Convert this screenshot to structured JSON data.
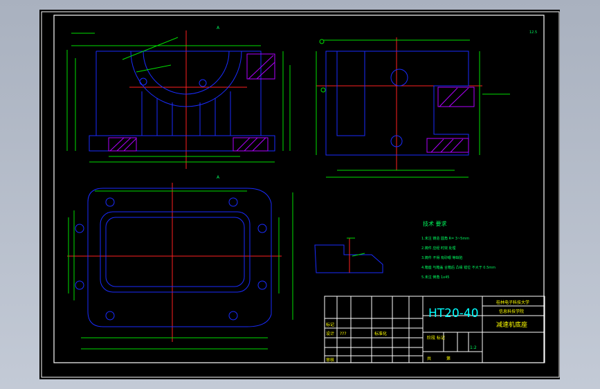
{
  "viewport": {
    "background": "#000000"
  },
  "colors": {
    "frame": "#ffffff",
    "outline": "#1a2cff",
    "dimension": "#00e000",
    "centerline": "#ff2020",
    "section_hatch": "#b000ff",
    "text_yellow": "#ffff00",
    "text_cyan": "#00ffff"
  },
  "technical_requirements": {
    "heading": "技术 要求",
    "items": [
      "1.未注 铸造 圆角 R= 3~5mm",
      "2.铸件 应经 时效 处理",
      "3.铸件 不得 有砂眼 等缺陷",
      "4.箱座 与箱盖 合箱后 凸缘 错位 不大于 0.5mm",
      "5.未注 倒角 1x45"
    ]
  },
  "title_block": {
    "material": "HT20-40",
    "school_line1": "桂林电子科技大学",
    "school_line2": "信息科技学院",
    "part_name": "减速机底座",
    "scale": "1:2",
    "row_labels": {
      "mark": "标记",
      "design": "设计",
      "standard": "标准化",
      "stage": "阶段 标记",
      "sheet": "共",
      "page": "第",
      "review": "审核"
    },
    "row_values": {
      "design_val": "???"
    }
  },
  "annotations": {
    "section_marks": [
      "A",
      "A"
    ],
    "roughness": "12.5"
  }
}
